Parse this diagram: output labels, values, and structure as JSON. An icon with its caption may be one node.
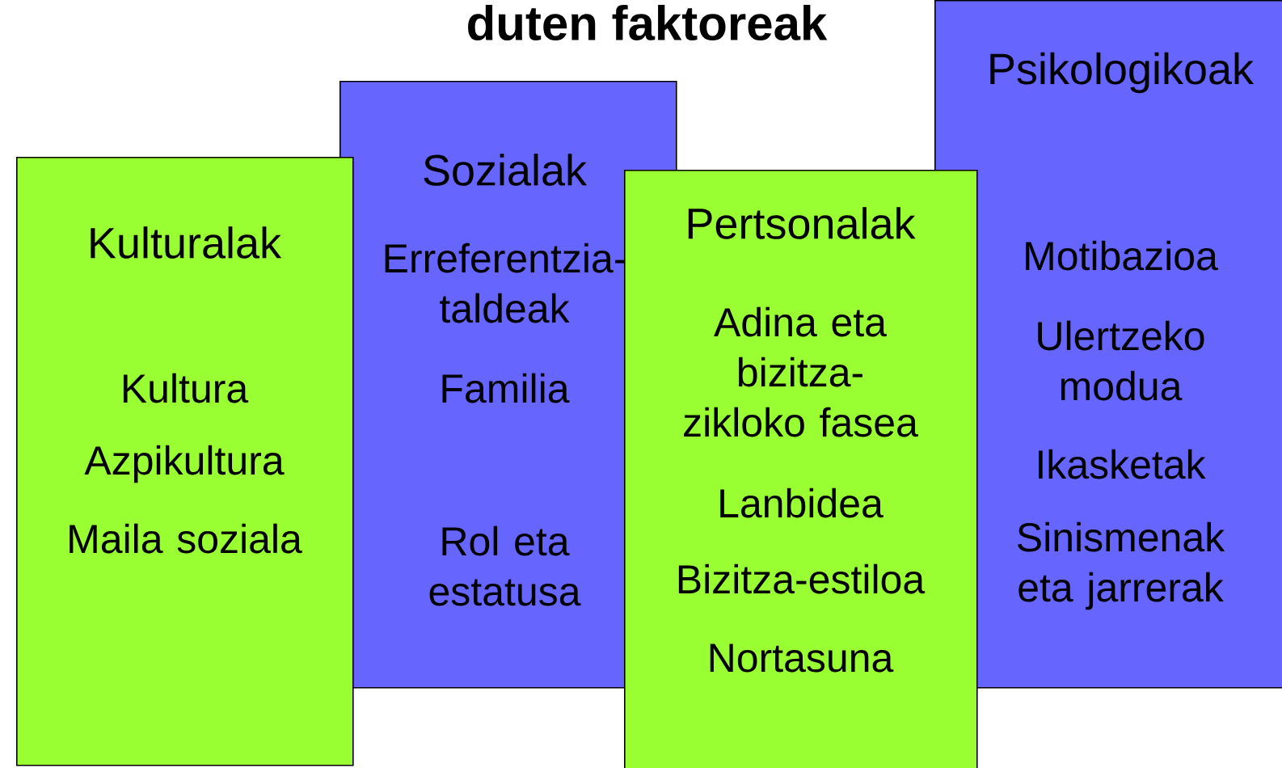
{
  "diagram": {
    "title": "duten faktoreak",
    "nodes": [
      {
        "text": [
          "Kulturalak",
          "Kultura",
          "Azpikultura",
          "Maila soziala"
        ]
      },
      {
        "text": [
          "Sozialak",
          "Erreferentzia-taldeak",
          "Familia",
          "Rol eta estatusa"
        ]
      },
      {
        "text": [
          "Pertsonalak",
          "Adina eta bizitza-zikloko fasea",
          "Lanbidea",
          "Bizitza-estiloa",
          "Nortasuna"
        ]
      },
      {
        "text": [
          "Psikologikoak",
          "Motibazioa",
          "Ulertzeko modua",
          "Ikasketak",
          "Sinismenak eta jarrerak"
        ]
      }
    ]
  }
}
